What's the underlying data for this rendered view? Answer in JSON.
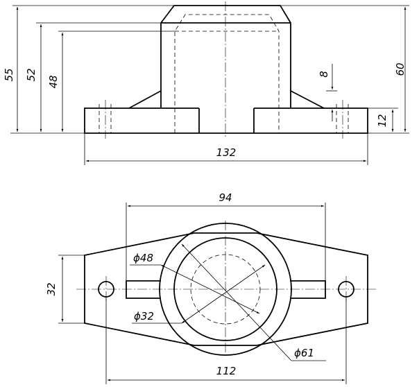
{
  "front_view": {
    "dims": {
      "h55": "55",
      "h52": "52",
      "h48": "48",
      "h60": "60",
      "h8": "8",
      "h12": "12",
      "w132": "132"
    }
  },
  "top_view": {
    "dims": {
      "w94": "94",
      "d48": "ϕ48",
      "h32": "32",
      "d32": "ϕ32",
      "d61": "ϕ61",
      "w112": "112"
    }
  }
}
